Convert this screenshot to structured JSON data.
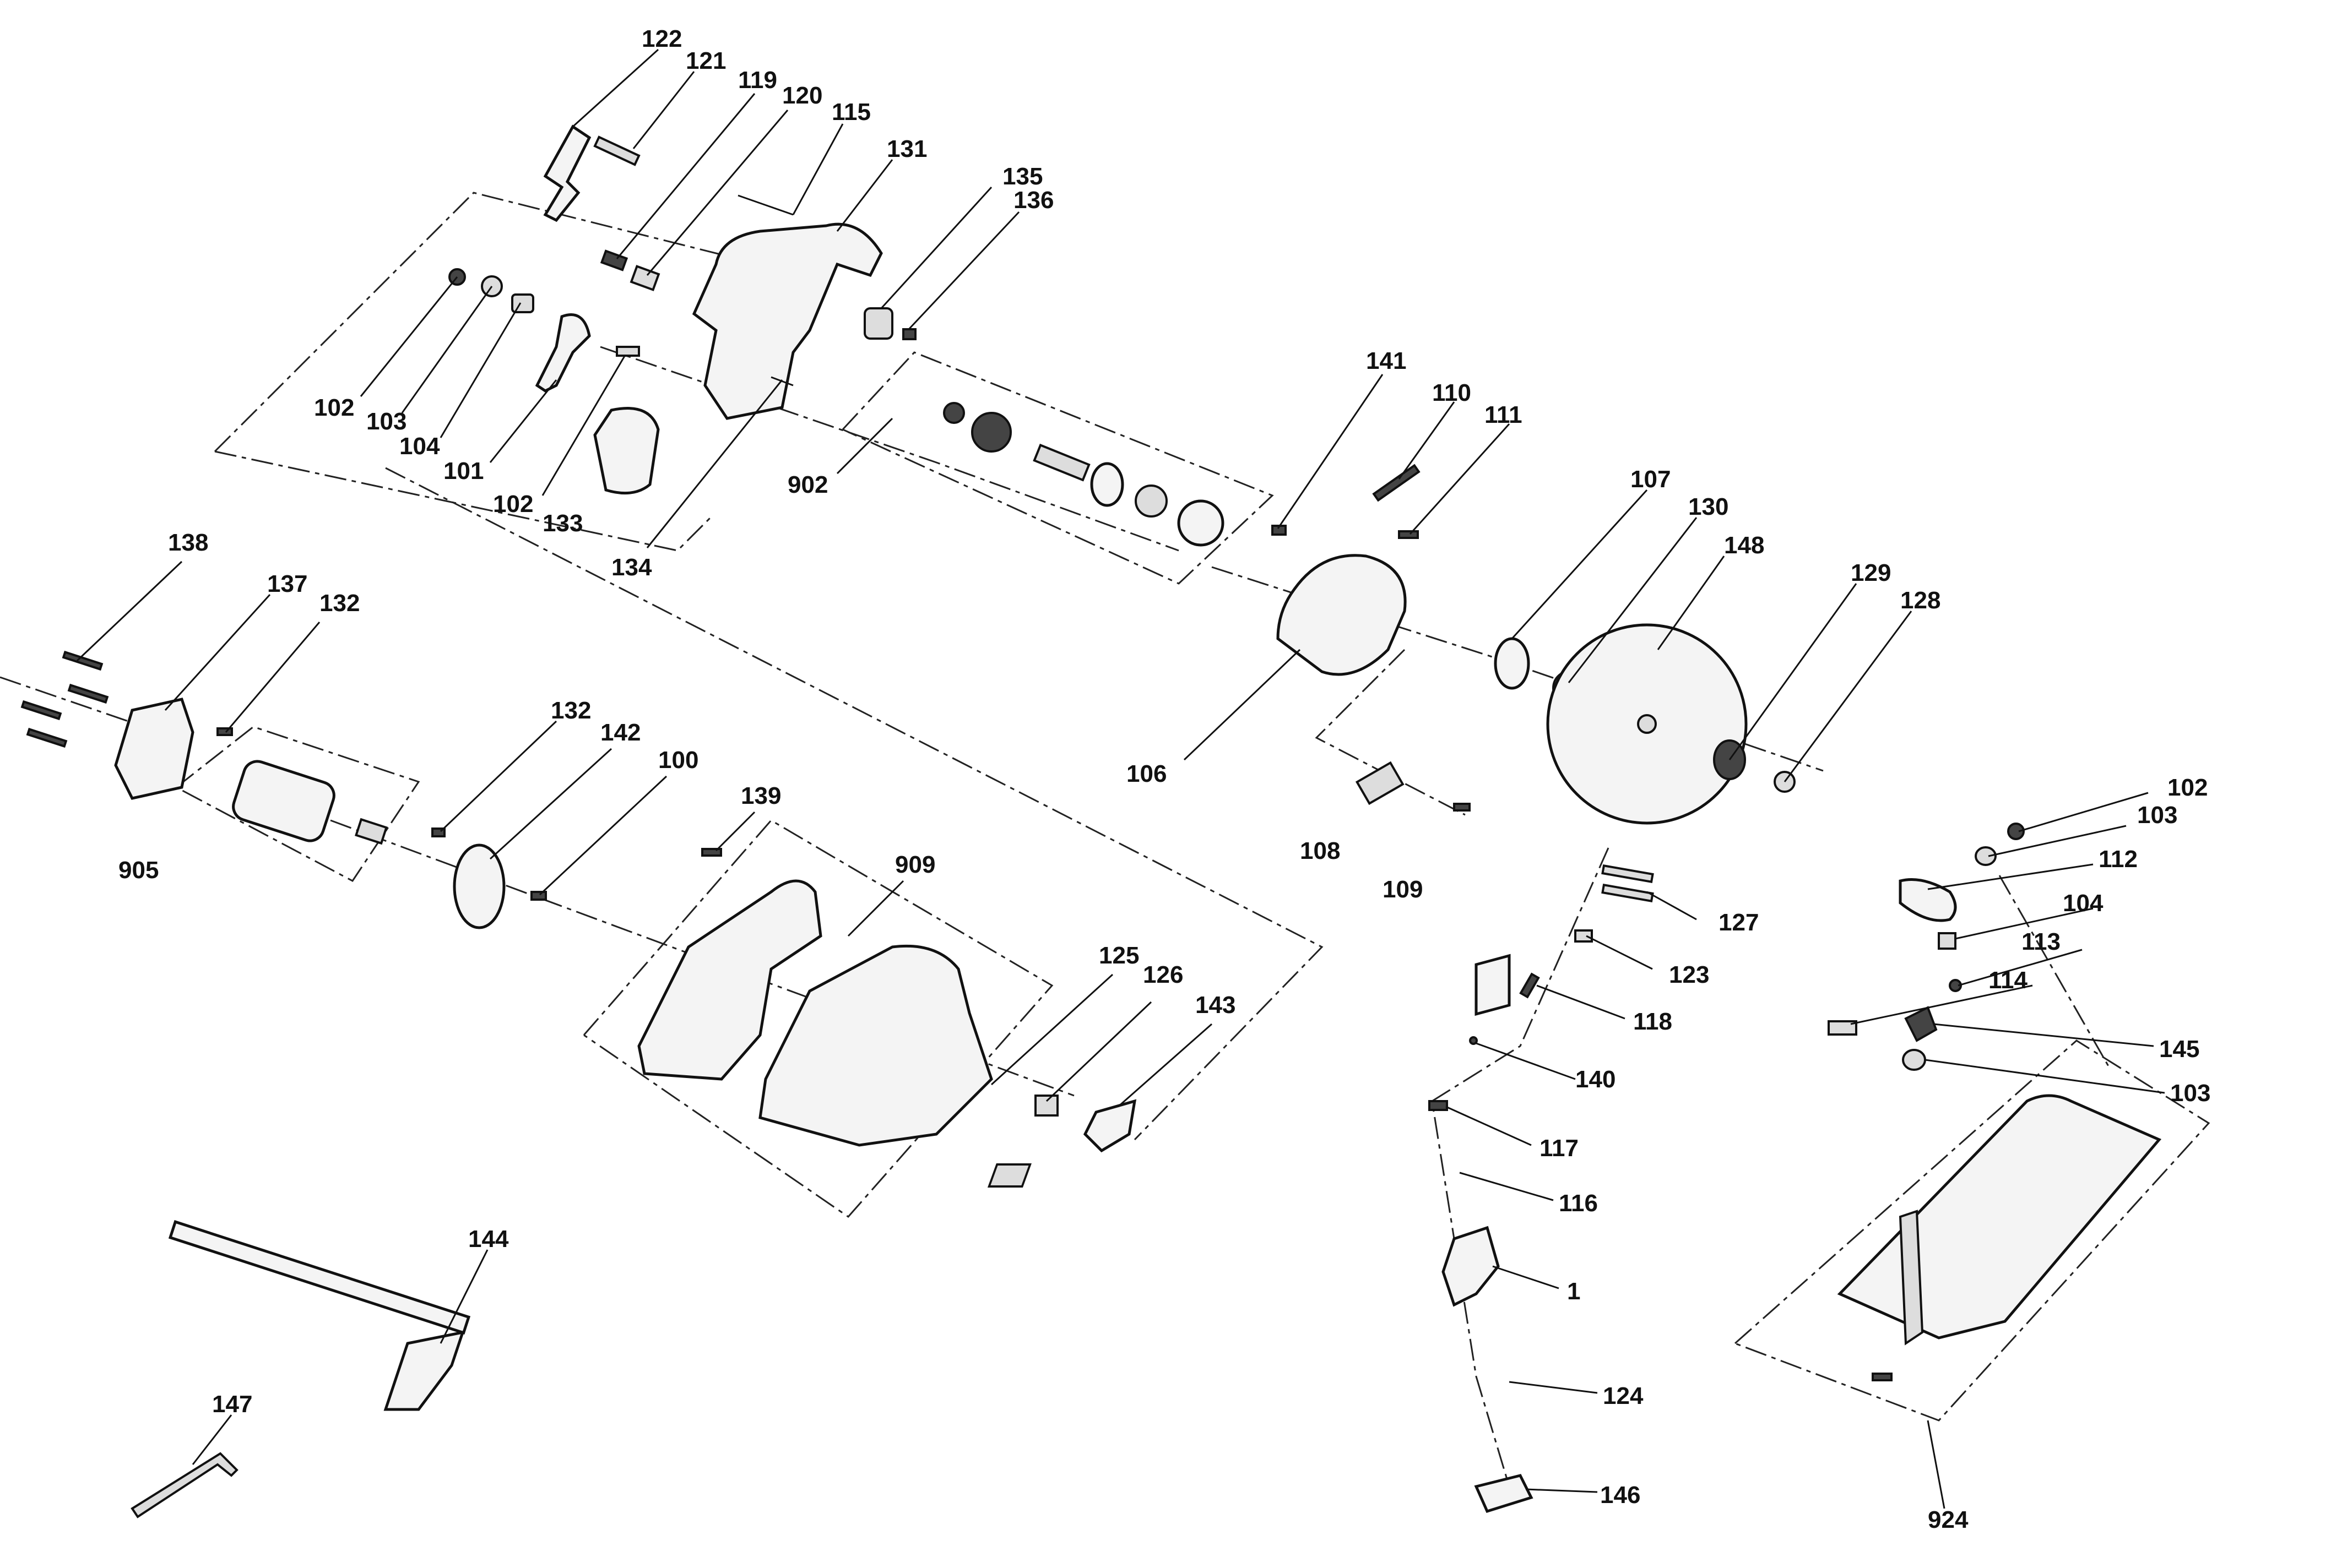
{
  "callouts": {
    "c122": "122",
    "c121": "121",
    "c119": "119",
    "c120": "120",
    "c115": "115",
    "c131": "131",
    "c135": "135",
    "c136": "136",
    "c102a": "102",
    "c103a": "103",
    "c104a": "104",
    "c101": "101",
    "c102b": "102",
    "c133": "133",
    "c134": "134",
    "c902": "902",
    "c141": "141",
    "c110": "110",
    "c111": "111",
    "c107": "107",
    "c130": "130",
    "c148": "148",
    "c129": "129",
    "c128": "128",
    "c106": "106",
    "c108": "108",
    "c109": "109",
    "c138": "138",
    "c137": "137",
    "c132a": "132",
    "c905": "905",
    "c132b": "132",
    "c142": "142",
    "c100": "100",
    "c139": "139",
    "c909": "909",
    "c125": "125",
    "c126": "126",
    "c143": "143",
    "c127": "127",
    "c123": "123",
    "c118": "118",
    "c140": "140",
    "c117": "117",
    "c116": "116",
    "c1": "1",
    "c124": "124",
    "c146": "146",
    "c102c": "102",
    "c103b": "103",
    "c112": "112",
    "c104b": "104",
    "c113": "113",
    "c114": "114",
    "c145": "145",
    "c103c": "103",
    "c924": "924",
    "c144": "144",
    "c147": "147"
  }
}
